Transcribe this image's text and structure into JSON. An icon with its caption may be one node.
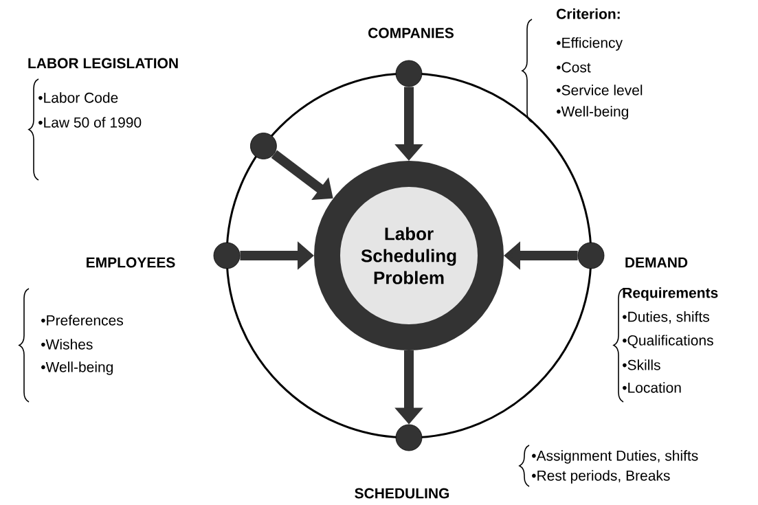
{
  "diagram": {
    "nodes": [
      {
        "text": [
          "Labor Scheduling Problem"
        ]
      },
      {
        "text": [],
        "shape": "circle",
        "beside": [
          "COMPANIES"
        ]
      },
      {
        "text": [],
        "shape": "circle"
      },
      {
        "text": [],
        "shape": "circle",
        "beside": [
          "EMPLOYEES"
        ]
      },
      {
        "text": [],
        "shape": "circle",
        "beside": [
          "DEMAND"
        ]
      },
      {
        "text": [],
        "shape": "circle",
        "beside": [
          "SCHEDULING"
        ]
      }
    ],
    "edges": [
      {
        "from": 1,
        "to": 0,
        "arrow": "to"
      },
      {
        "from": 2,
        "to": 0,
        "arrow": "to"
      },
      {
        "from": 3,
        "to": 0,
        "arrow": "to"
      },
      {
        "from": 4,
        "to": 0,
        "arrow": "to"
      },
      {
        "from": 0,
        "to": 5,
        "arrow": "to"
      }
    ],
    "labels": [
      "Criterion:",
      "•Efficiency",
      "•Cost",
      "•Service level",
      "•Well-being",
      "LABOR LEGISLATION",
      "•Labor Code",
      "•Law 50 of 1990",
      "•Preferences",
      "•Wishes",
      "•Well-being",
      "Requirements",
      "•Duties, shifts",
      "•Qualifications",
      "•Skills",
      "•Location",
      "•Assignment Duties, shifts",
      "•Rest periods, Breaks"
    ]
  }
}
